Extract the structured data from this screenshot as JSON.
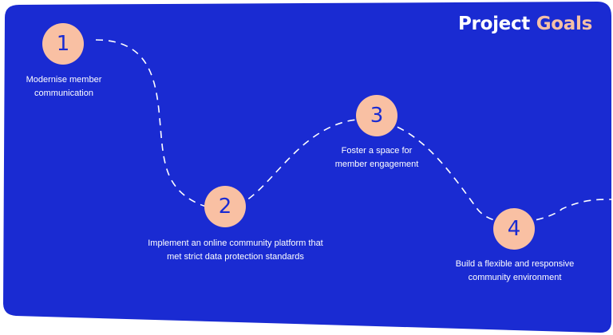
{
  "title": {
    "main": "Project",
    "accent": "Goals"
  },
  "colors": {
    "background": "#1a2bd2",
    "node_fill": "#f9c0a3",
    "node_text": "#1a2bd2",
    "accent": "#f5c0a6",
    "text": "#ffffff",
    "path": "#ffffff"
  },
  "goals": [
    {
      "number": "1",
      "label_line1": "Modernise member",
      "label_line2": "communication"
    },
    {
      "number": "2",
      "label_line1": "Implement an online community platform that",
      "label_line2": "met strict data protection standards"
    },
    {
      "number": "3",
      "label_line1": "Foster a space for",
      "label_line2": "member engagement"
    },
    {
      "number": "4",
      "label_line1": "Build a flexible and responsive",
      "label_line2": "community environment"
    }
  ]
}
